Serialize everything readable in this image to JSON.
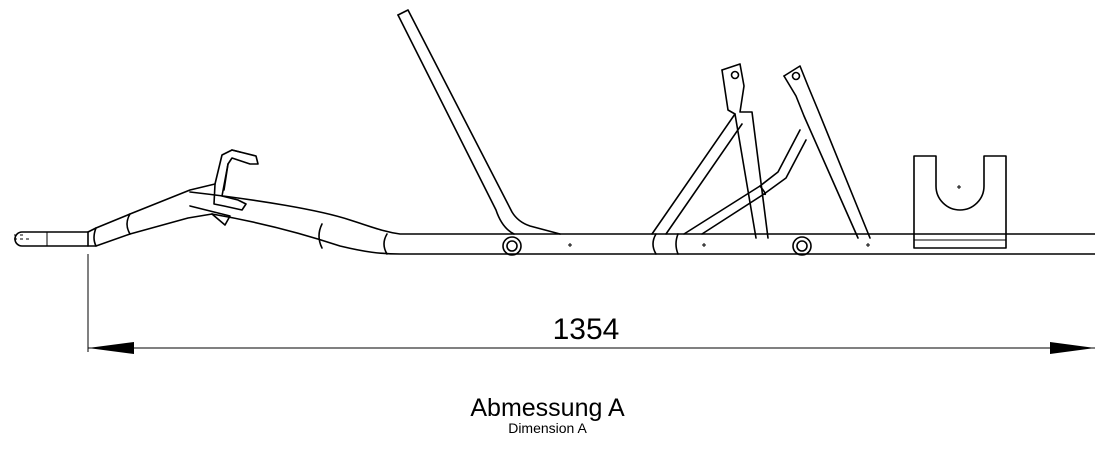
{
  "drawing": {
    "dimension_value": "1354",
    "caption_de": "Abmessung A",
    "caption_en": "Dimension A"
  }
}
